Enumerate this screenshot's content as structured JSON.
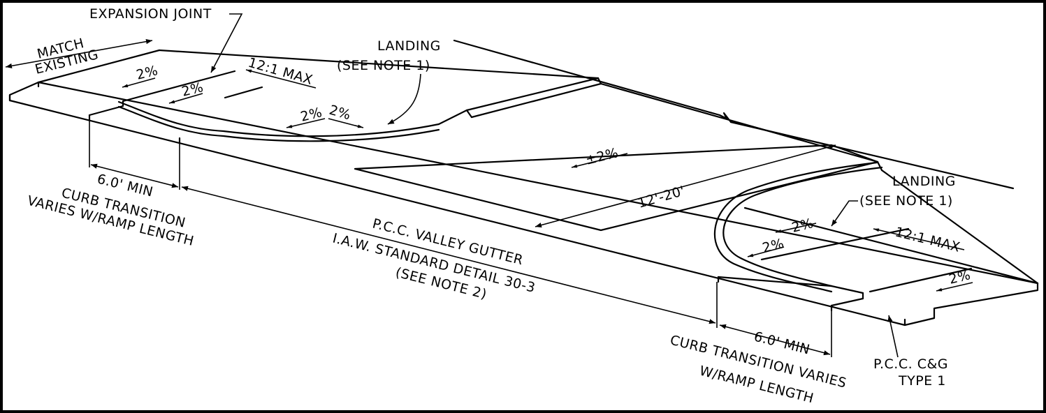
{
  "labels": {
    "expansion_joint": "EXPANSION JOINT",
    "match_existing_1": "MATCH",
    "match_existing_2": "EXISTING",
    "slope_a": "2%",
    "slope_b": "2%",
    "slope_c": "2%",
    "slope_d": "2%",
    "max_left": "12:1 MAX",
    "landing_left_1": "LANDING",
    "landing_left_2": "(SEE NOTE 1)",
    "cross_slope": "±2%",
    "width": "12'-20'",
    "min_left": "6.0' MIN",
    "curb_left_1": "CURB TRANSITION",
    "curb_left_2": "VARIES W/RAMP LENGTH",
    "gutter_1": "P.C.C. VALLEY GUTTER",
    "gutter_2": "I.A.W. STANDARD DETAIL 30-3",
    "gutter_3": "(SEE NOTE 2)",
    "landing_right_1": "LANDING",
    "landing_right_2": "(SEE NOTE 1)",
    "slope_e": "2%",
    "slope_f": "2%",
    "slope_g": "2%",
    "max_right": "12:1 MAX",
    "min_right": "6.0' MIN",
    "curb_right_1": "CURB TRANSITION VARIES",
    "curb_right_2": "W/RAMP LENGTH",
    "cg_1": "P.C.C. C&G",
    "cg_2": "TYPE 1"
  }
}
